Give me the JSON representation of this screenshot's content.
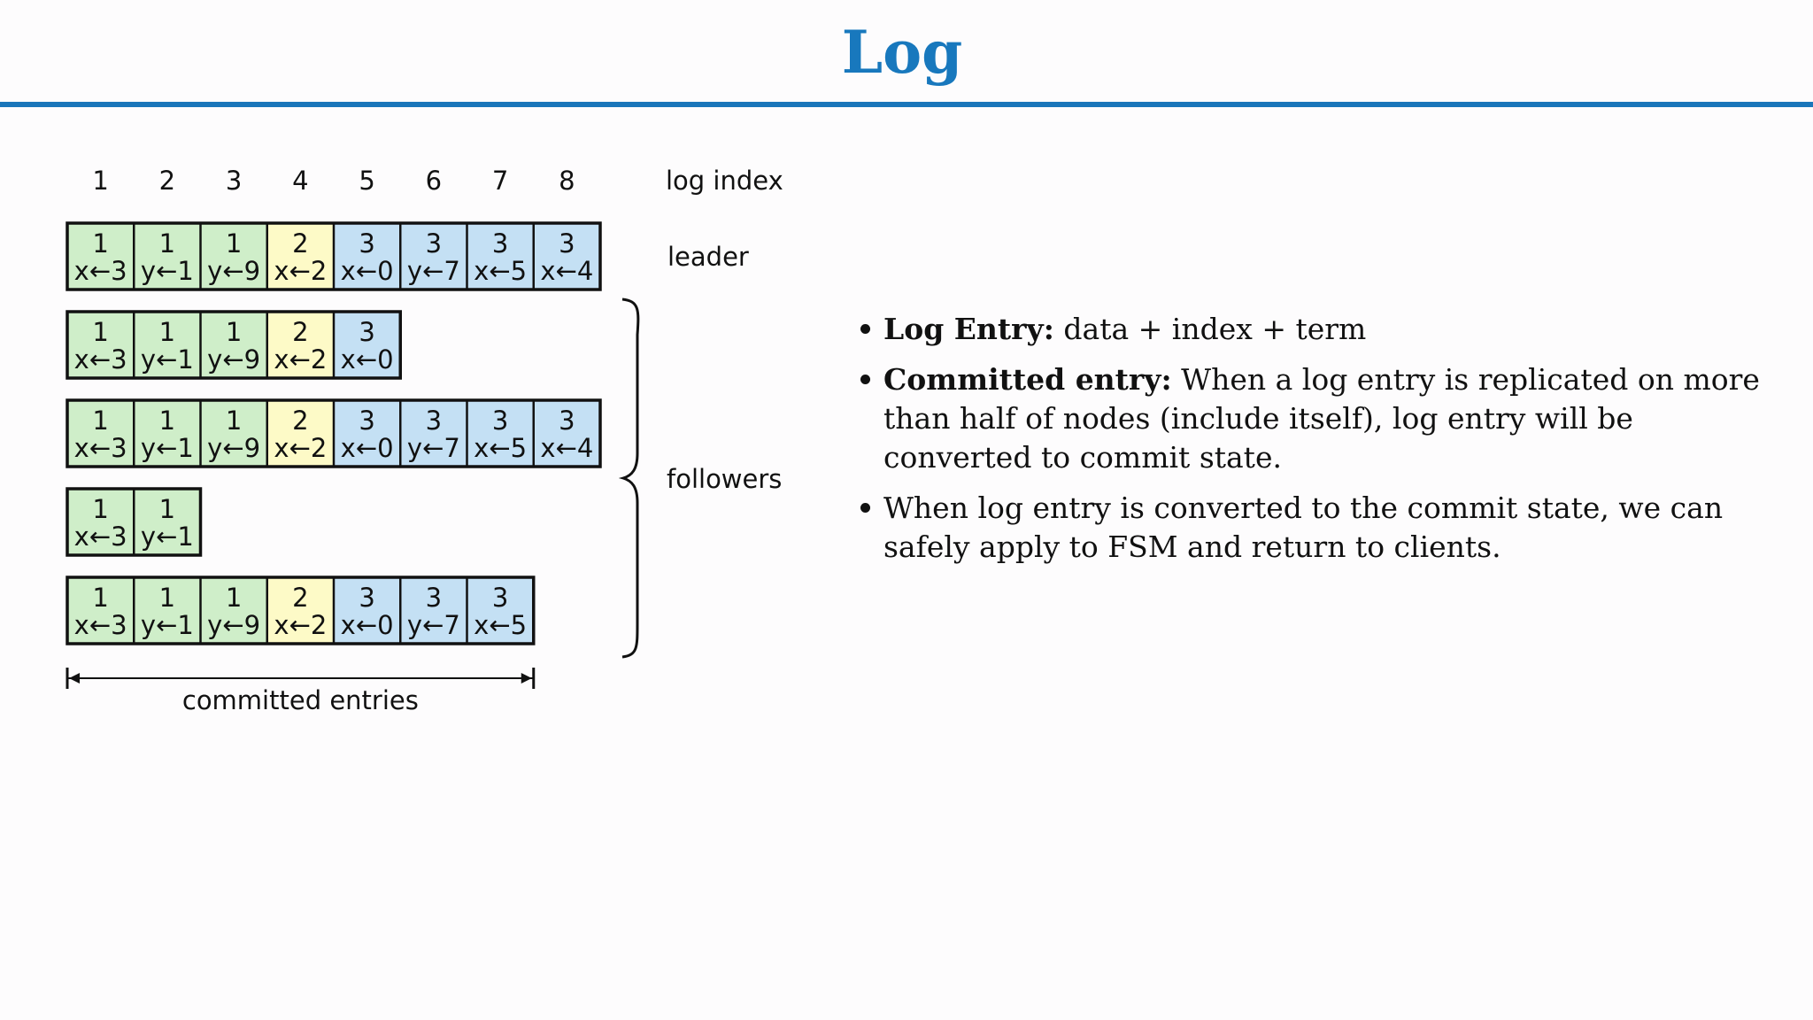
{
  "title": "Log",
  "index_caption": "log index",
  "leader_label": "leader",
  "followers_label": "followers",
  "committed_label": "committed entries",
  "log_indices": [
    "1",
    "2",
    "3",
    "4",
    "5",
    "6",
    "7",
    "8"
  ],
  "term_colors": {
    "1": "#cfeec9",
    "2": "#fdfac7",
    "3": "#c4e0f4"
  },
  "logs": [
    {
      "role": "leader",
      "entries": [
        {
          "term": "1",
          "cmd": "x←3"
        },
        {
          "term": "1",
          "cmd": "y←1"
        },
        {
          "term": "1",
          "cmd": "y←9"
        },
        {
          "term": "2",
          "cmd": "x←2"
        },
        {
          "term": "3",
          "cmd": "x←0"
        },
        {
          "term": "3",
          "cmd": "y←7"
        },
        {
          "term": "3",
          "cmd": "x←5"
        },
        {
          "term": "3",
          "cmd": "x←4"
        }
      ]
    },
    {
      "role": "follower",
      "entries": [
        {
          "term": "1",
          "cmd": "x←3"
        },
        {
          "term": "1",
          "cmd": "y←1"
        },
        {
          "term": "1",
          "cmd": "y←9"
        },
        {
          "term": "2",
          "cmd": "x←2"
        },
        {
          "term": "3",
          "cmd": "x←0"
        }
      ]
    },
    {
      "role": "follower",
      "entries": [
        {
          "term": "1",
          "cmd": "x←3"
        },
        {
          "term": "1",
          "cmd": "y←1"
        },
        {
          "term": "1",
          "cmd": "y←9"
        },
        {
          "term": "2",
          "cmd": "x←2"
        },
        {
          "term": "3",
          "cmd": "x←0"
        },
        {
          "term": "3",
          "cmd": "y←7"
        },
        {
          "term": "3",
          "cmd": "x←5"
        },
        {
          "term": "3",
          "cmd": "x←4"
        }
      ]
    },
    {
      "role": "follower",
      "entries": [
        {
          "term": "1",
          "cmd": "x←3"
        },
        {
          "term": "1",
          "cmd": "y←1"
        }
      ]
    },
    {
      "role": "follower",
      "entries": [
        {
          "term": "1",
          "cmd": "x←3"
        },
        {
          "term": "1",
          "cmd": "y←1"
        },
        {
          "term": "1",
          "cmd": "y←9"
        },
        {
          "term": "2",
          "cmd": "x←2"
        },
        {
          "term": "3",
          "cmd": "x←0"
        },
        {
          "term": "3",
          "cmd": "y←7"
        },
        {
          "term": "3",
          "cmd": "x←5"
        }
      ]
    }
  ],
  "committed_through_index": 7,
  "bullets": [
    {
      "bold": "Log Entry:",
      "text": " data + index + term"
    },
    {
      "bold": "Committed entry:",
      "text": " When a log entry is replicated on more than half of nodes (include itself), log entry will be converted to commit state."
    },
    {
      "bold": "",
      "text": "When log entry is converted to the commit state, we can safely apply to FSM and return to clients."
    }
  ]
}
